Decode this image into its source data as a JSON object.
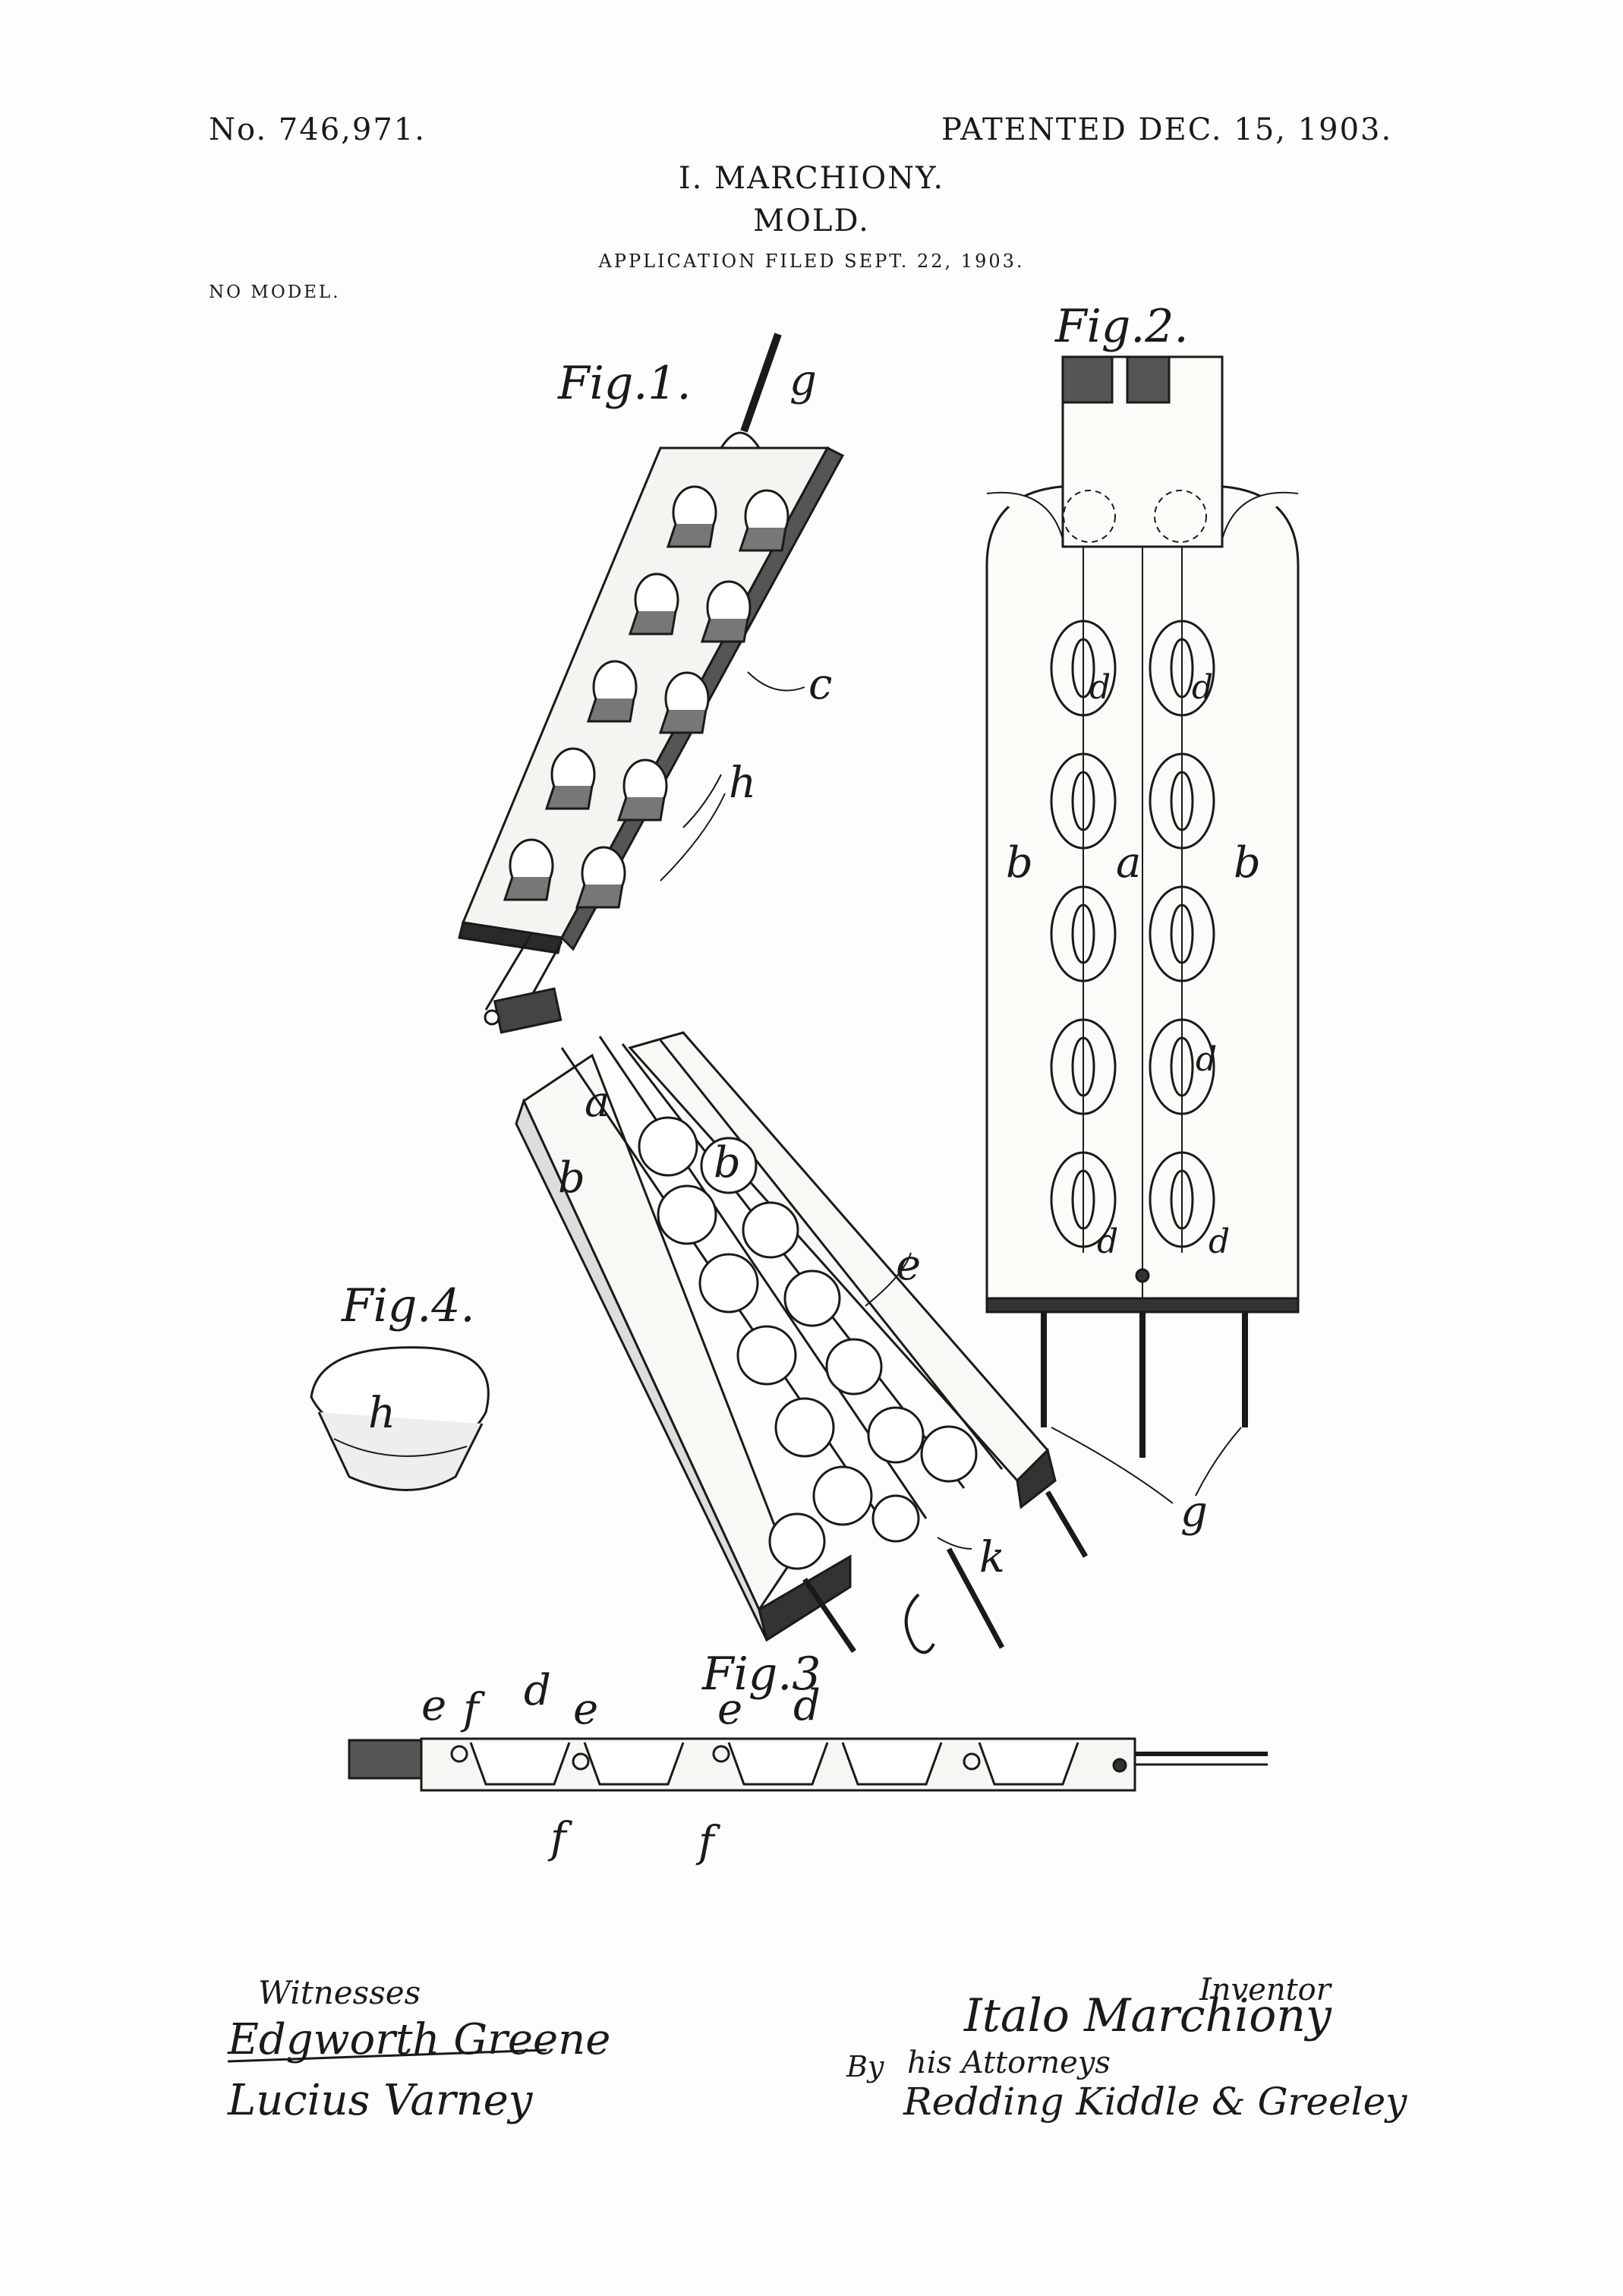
{
  "header": {
    "patent_number": "No. 746,971.",
    "patent_date": "PATENTED DEC. 15, 1903.",
    "inventor": "I. MARCHIONY.",
    "title": "MOLD.",
    "application": "APPLICATION FILED SEPT. 22, 1903.",
    "model_note": "NO MODEL."
  },
  "figures": {
    "fig1": "Fig.1.",
    "fig2": "Fig.2.",
    "fig3": "Fig.3",
    "fig4": "Fig.4."
  },
  "reference_letters": {
    "a": "a",
    "b": "b",
    "c": "c",
    "d": "d",
    "e": "e",
    "f": "f",
    "g": "g",
    "h": "h",
    "k": "k"
  },
  "signatures": {
    "witnesses_label": "Witnesses",
    "witness_1": "Edgworth Greene",
    "witness_2": "Lucius Varney",
    "inventor_label": "Inventor",
    "inventor_signature": "Italo Marchiony",
    "by_label": "By",
    "attorneys_label": "his Attorneys",
    "attorneys_signature": "Redding Kiddle & Greeley"
  }
}
